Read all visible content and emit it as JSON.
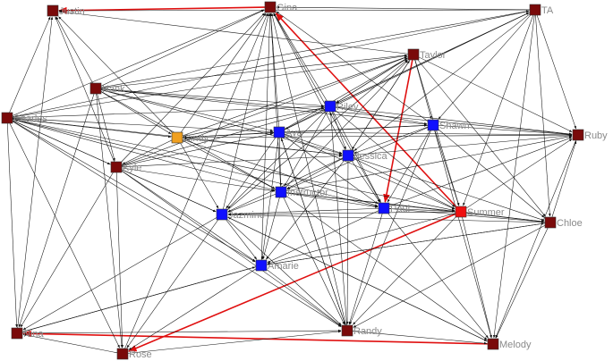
{
  "colors": {
    "edge": "#111111",
    "highlight_edge": "#e01010",
    "group_dark_red": "#7a0a0a",
    "group_blue": "#1010ff",
    "group_orange": "#f0a020",
    "group_red": "#ee1010",
    "label": "#8a8a8a"
  },
  "nodes": [
    {
      "id": "justin",
      "label": "Justin",
      "group": "dark_red"
    },
    {
      "id": "gina",
      "label": "Gina",
      "group": "dark_red"
    },
    {
      "id": "ta",
      "label": "TA",
      "group": "dark_red"
    },
    {
      "id": "taylor",
      "label": "Taylor",
      "group": "dark_red"
    },
    {
      "id": "hank",
      "label": "Hank",
      "group": "dark_red"
    },
    {
      "id": "charles",
      "label": "Charles",
      "group": "dark_red"
    },
    {
      "id": "riley",
      "label": "Riley",
      "group": "blue"
    },
    {
      "id": "shawn",
      "label": "Shawn",
      "group": "blue"
    },
    {
      "id": "ruby",
      "label": "Ruby",
      "group": "dark_red"
    },
    {
      "id": "cindy",
      "label": "Cindy",
      "group": "orange"
    },
    {
      "id": "ava",
      "label": "Ava",
      "group": "blue"
    },
    {
      "id": "jessica",
      "label": "Jessica",
      "group": "blue"
    },
    {
      "id": "kyle",
      "label": "Kyle",
      "group": "dark_red"
    },
    {
      "id": "instructor",
      "label": "Instructor",
      "group": "blue"
    },
    {
      "id": "paul",
      "label": "Paul",
      "group": "blue"
    },
    {
      "id": "summer",
      "label": "Summer",
      "group": "red"
    },
    {
      "id": "chloe",
      "label": "Chloe",
      "group": "dark_red"
    },
    {
      "id": "jazmine",
      "label": "Jazmine",
      "group": "blue"
    },
    {
      "id": "amarie",
      "label": "Amarie",
      "group": "blue"
    },
    {
      "id": "nina",
      "label": "Nina",
      "group": "dark_red"
    },
    {
      "id": "randy",
      "label": "Randy",
      "group": "dark_red"
    },
    {
      "id": "rose",
      "label": "Rose",
      "group": "dark_red"
    },
    {
      "id": "melody",
      "label": "Melody",
      "group": "dark_red"
    }
  ],
  "edges": [
    [
      "gina",
      "justin",
      1
    ],
    [
      "summer",
      "gina",
      1
    ],
    [
      "taylor",
      "paul",
      1
    ],
    [
      "summer",
      "rose",
      1
    ],
    [
      "melody",
      "nina",
      1
    ],
    [
      "hank",
      "justin",
      0
    ],
    [
      "charles",
      "justin",
      0
    ],
    [
      "kyle",
      "justin",
      0
    ],
    [
      "nina",
      "justin",
      0
    ],
    [
      "cindy",
      "justin",
      0
    ],
    [
      "ta",
      "justin",
      0
    ],
    [
      "taylor",
      "justin",
      0
    ],
    [
      "hank",
      "gina",
      0
    ],
    [
      "charles",
      "gina",
      0
    ],
    [
      "ava",
      "gina",
      0
    ],
    [
      "jazmine",
      "gina",
      0
    ],
    [
      "instructor",
      "gina",
      0
    ],
    [
      "amarie",
      "gina",
      0
    ],
    [
      "randy",
      "gina",
      0
    ],
    [
      "riley",
      "gina",
      0
    ],
    [
      "shawn",
      "gina",
      0
    ],
    [
      "kyle",
      "gina",
      0
    ],
    [
      "rose",
      "gina",
      0
    ],
    [
      "paul",
      "gina",
      0
    ],
    [
      "ta",
      "gina",
      0
    ],
    [
      "cindy",
      "gina",
      0
    ],
    [
      "jessica",
      "gina",
      0
    ],
    [
      "hank",
      "ta",
      0
    ],
    [
      "charles",
      "ta",
      0
    ],
    [
      "riley",
      "ta",
      0
    ],
    [
      "ava",
      "ta",
      0
    ],
    [
      "ta",
      "ruby",
      0
    ],
    [
      "ta",
      "chloe",
      0
    ],
    [
      "ta",
      "melody",
      0
    ],
    [
      "ta",
      "summer",
      0
    ],
    [
      "ta",
      "shawn",
      0
    ],
    [
      "ta",
      "jessica",
      0
    ],
    [
      "ta",
      "riley",
      0
    ],
    [
      "charles",
      "taylor",
      0
    ],
    [
      "hank",
      "taylor",
      0
    ],
    [
      "ava",
      "taylor",
      0
    ],
    [
      "jessica",
      "taylor",
      0
    ],
    [
      "riley",
      "taylor",
      0
    ],
    [
      "kyle",
      "taylor",
      0
    ],
    [
      "cindy",
      "taylor",
      0
    ],
    [
      "instructor",
      "taylor",
      0
    ],
    [
      "jazmine",
      "taylor",
      0
    ],
    [
      "taylor",
      "shawn",
      0
    ],
    [
      "taylor",
      "ruby",
      0
    ],
    [
      "taylor",
      "chloe",
      0
    ],
    [
      "taylor",
      "summer",
      0
    ],
    [
      "taylor",
      "jessica",
      0
    ],
    [
      "taylor",
      "riley",
      0
    ],
    [
      "hank",
      "riley",
      0
    ],
    [
      "hank",
      "shawn",
      0
    ],
    [
      "hank",
      "ava",
      0
    ],
    [
      "hank",
      "jessica",
      0
    ],
    [
      "hank",
      "kyle",
      0
    ],
    [
      "hank",
      "instructor",
      0
    ],
    [
      "hank",
      "rose",
      0
    ],
    [
      "hank",
      "nina",
      0
    ],
    [
      "hank",
      "ruby",
      0
    ],
    [
      "hank",
      "cindy",
      0
    ],
    [
      "charles",
      "riley",
      0
    ],
    [
      "charles",
      "ava",
      0
    ],
    [
      "charles",
      "jessica",
      0
    ],
    [
      "charles",
      "instructor",
      0
    ],
    [
      "charles",
      "kyle",
      0
    ],
    [
      "charles",
      "nina",
      0
    ],
    [
      "charles",
      "rose",
      0
    ],
    [
      "charles",
      "paul",
      0
    ],
    [
      "charles",
      "summer",
      0
    ],
    [
      "charles",
      "jazmine",
      0
    ],
    [
      "charles",
      "amarie",
      0
    ],
    [
      "charles",
      "randy",
      0
    ],
    [
      "charles",
      "cindy",
      0
    ],
    [
      "riley",
      "ava",
      0
    ],
    [
      "riley",
      "shawn",
      0
    ],
    [
      "riley",
      "jessica",
      0
    ],
    [
      "riley",
      "instructor",
      0
    ],
    [
      "riley",
      "paul",
      0
    ],
    [
      "riley",
      "summer",
      0
    ],
    [
      "riley",
      "ruby",
      0
    ],
    [
      "riley",
      "jazmine",
      0
    ],
    [
      "riley",
      "cindy",
      0
    ],
    [
      "ava",
      "shawn",
      0
    ],
    [
      "ava",
      "jessica",
      0
    ],
    [
      "ava",
      "instructor",
      0
    ],
    [
      "ava",
      "paul",
      0
    ],
    [
      "ava",
      "jazmine",
      0
    ],
    [
      "ava",
      "amarie",
      0
    ],
    [
      "ava",
      "ruby",
      0
    ],
    [
      "ava",
      "randy",
      0
    ],
    [
      "ava",
      "cindy",
      0
    ],
    [
      "ava",
      "summer",
      0
    ],
    [
      "shawn",
      "ruby",
      0
    ],
    [
      "shawn",
      "jessica",
      0
    ],
    [
      "shawn",
      "paul",
      0
    ],
    [
      "shawn",
      "summer",
      0
    ],
    [
      "shawn",
      "chloe",
      0
    ],
    [
      "shawn",
      "instructor",
      0
    ],
    [
      "shawn",
      "melody",
      0
    ],
    [
      "shawn",
      "randy",
      0
    ],
    [
      "shawn",
      "cindy",
      0
    ],
    [
      "jessica",
      "ruby",
      0
    ],
    [
      "jessica",
      "instructor",
      0
    ],
    [
      "jessica",
      "paul",
      0
    ],
    [
      "jessica",
      "summer",
      0
    ],
    [
      "jessica",
      "jazmine",
      0
    ],
    [
      "jessica",
      "amarie",
      0
    ],
    [
      "jessica",
      "randy",
      0
    ],
    [
      "jessica",
      "cindy",
      0
    ],
    [
      "jessica",
      "chloe",
      0
    ],
    [
      "cindy",
      "instructor",
      0
    ],
    [
      "cindy",
      "kyle",
      0
    ],
    [
      "cindy",
      "jazmine",
      0
    ],
    [
      "cindy",
      "paul",
      0
    ],
    [
      "cindy",
      "ruby",
      0
    ],
    [
      "kyle",
      "ava",
      0
    ],
    [
      "kyle",
      "instructor",
      0
    ],
    [
      "kyle",
      "jazmine",
      0
    ],
    [
      "kyle",
      "amarie",
      0
    ],
    [
      "kyle",
      "rose",
      0
    ],
    [
      "kyle",
      "randy",
      0
    ],
    [
      "kyle",
      "riley",
      0
    ],
    [
      "kyle",
      "nina",
      0
    ],
    [
      "kyle",
      "jessica",
      0
    ],
    [
      "instructor",
      "paul",
      0
    ],
    [
      "instructor",
      "jazmine",
      0
    ],
    [
      "instructor",
      "amarie",
      0
    ],
    [
      "instructor",
      "randy",
      0
    ],
    [
      "instructor",
      "summer",
      0
    ],
    [
      "instructor",
      "chloe",
      0
    ],
    [
      "instructor",
      "ruby",
      0
    ],
    [
      "instructor",
      "melody",
      0
    ],
    [
      "paul",
      "summer",
      0
    ],
    [
      "paul",
      "chloe",
      0
    ],
    [
      "paul",
      "ruby",
      0
    ],
    [
      "paul",
      "randy",
      0
    ],
    [
      "paul",
      "jazmine",
      0
    ],
    [
      "paul",
      "amarie",
      0
    ],
    [
      "paul",
      "melody",
      0
    ],
    [
      "summer",
      "chloe",
      0
    ],
    [
      "summer",
      "ruby",
      0
    ],
    [
      "summer",
      "melody",
      0
    ],
    [
      "summer",
      "jazmine",
      0
    ],
    [
      "summer",
      "amarie",
      0
    ],
    [
      "summer",
      "randy",
      0
    ],
    [
      "chloe",
      "ruby",
      0
    ],
    [
      "chloe",
      "amarie",
      0
    ],
    [
      "chloe",
      "jazmine",
      0
    ],
    [
      "chloe",
      "melody",
      0
    ],
    [
      "jazmine",
      "amarie",
      0
    ],
    [
      "jazmine",
      "nina",
      0
    ],
    [
      "jazmine",
      "rose",
      0
    ],
    [
      "jazmine",
      "randy",
      0
    ],
    [
      "jazmine",
      "melody",
      0
    ],
    [
      "amarie",
      "randy",
      0
    ],
    [
      "amarie",
      "rose",
      0
    ],
    [
      "amarie",
      "nina",
      0
    ],
    [
      "amarie",
      "chloe",
      0
    ],
    [
      "nina",
      "randy",
      0
    ],
    [
      "rose",
      "randy",
      0
    ],
    [
      "randy",
      "melody",
      0
    ],
    [
      "rose",
      "nina",
      0
    ],
    [
      "nina",
      "amarie",
      0
    ],
    [
      "ruby",
      "melody",
      0
    ],
    [
      "chloe",
      "randy",
      0
    ],
    [
      "randy",
      "riley",
      0
    ],
    [
      "randy",
      "ava",
      0
    ],
    [
      "melody",
      "jazmine",
      0
    ]
  ]
}
